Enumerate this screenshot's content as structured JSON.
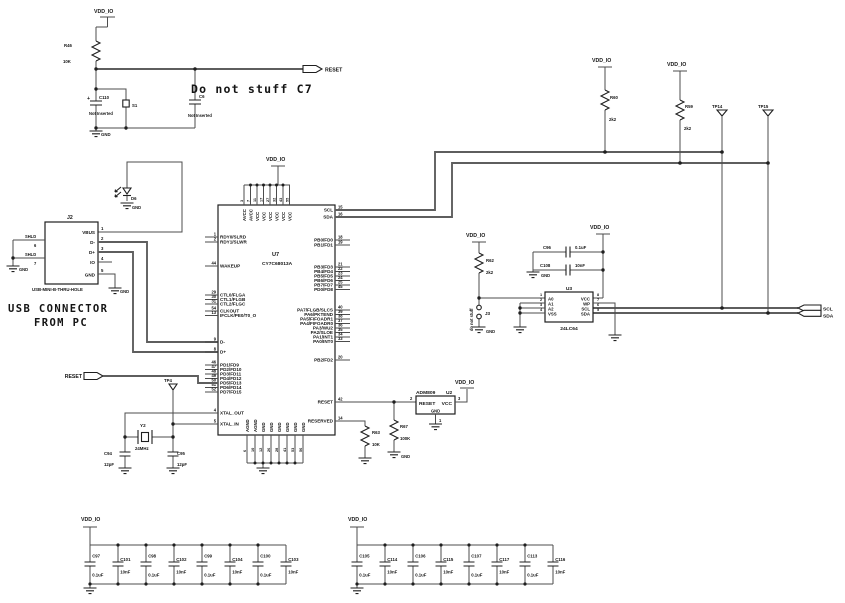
{
  "labels": {
    "vdd": "VDD_IO",
    "gnd": "GND"
  },
  "reset_top": {
    "r46": "R46",
    "r46_val": "10K",
    "c110": "C110",
    "c110_plus": "+",
    "c110_note": "Not Inserted",
    "s1": "S1",
    "c6": "C6",
    "c6_note": "Not Inserted",
    "note": "Do not stuff C7",
    "conn": "RESET"
  },
  "usb": {
    "ref": "J2",
    "part": "USB-MINI-B-THRU-HOLE",
    "cap1": "USB CONNECTOR",
    "cap2": "FROM PC",
    "led": "D6",
    "pins": [
      {
        "n": "1",
        "l": "VBUS"
      },
      {
        "n": "2",
        "l": "D-"
      },
      {
        "n": "3",
        "l": "D+"
      },
      {
        "n": "4",
        "l": "IO"
      },
      {
        "n": "5",
        "l": "GND"
      },
      {
        "n": "6",
        "l": "SHLD"
      },
      {
        "n": "7",
        "l": "SHLD"
      }
    ]
  },
  "mcu": {
    "ref": "U7",
    "part": "CY7C68013A",
    "left": [
      {
        "n": "1",
        "l": "RDY0/SLRD"
      },
      {
        "n": "2",
        "l": "RDY1/SLWR"
      },
      {
        "n": "44",
        "l": "WAKEUP"
      },
      {
        "n": "29",
        "l": "CTL0/FLGA"
      },
      {
        "n": "30",
        "l": "CTL1/FLGB"
      },
      {
        "n": "31",
        "l": "CTL2/FLGC"
      },
      {
        "n": "54",
        "l": "CLKOUT"
      },
      {
        "n": "13",
        "l": "IFCLK/PE0/T0_O"
      },
      {
        "n": "9",
        "l": "D-"
      },
      {
        "n": "8",
        "l": "D+"
      },
      {
        "n": "46",
        "l": "PD1/FD9"
      },
      {
        "n": "47",
        "l": "PD2/FD10"
      },
      {
        "n": "48",
        "l": "PD3/FD11"
      },
      {
        "n": "49",
        "l": "PD4/FD12"
      },
      {
        "n": "50",
        "l": "PD5/FD13"
      },
      {
        "n": "51",
        "l": "PD6/FD14"
      },
      {
        "n": "52",
        "l": "PD7/FD15"
      },
      {
        "n": "4",
        "l": "XTAL_OUT"
      },
      {
        "n": "5",
        "l": "XTAL_IN"
      }
    ],
    "right": [
      {
        "n": "15",
        "l": "SCL"
      },
      {
        "n": "16",
        "l": "SDA"
      },
      {
        "n": "18",
        "l": "PB0/FD0"
      },
      {
        "n": "19",
        "l": "PB1/FD1"
      },
      {
        "n": "21",
        "l": "PB3/FD3"
      },
      {
        "n": "22",
        "l": "PB4/FD4"
      },
      {
        "n": "23",
        "l": "PB5/FD5"
      },
      {
        "n": "24",
        "l": "PB6/FD6"
      },
      {
        "n": "25",
        "l": "PB7/FD7"
      },
      {
        "n": "45",
        "l": "PD0/FD8"
      },
      {
        "n": "40",
        "l": "PA7/FLGB/SLCS"
      },
      {
        "n": "39",
        "l": "PA6/PKTEND"
      },
      {
        "n": "38",
        "l": "PA5/FIFOADR1"
      },
      {
        "n": "37",
        "l": "PA4/FIFOADR0"
      },
      {
        "n": "36",
        "l": "PA3/WU2"
      },
      {
        "n": "35",
        "l": "PA2/SLOE"
      },
      {
        "n": "34",
        "l": "PA1/INT1"
      },
      {
        "n": "33",
        "l": "PA0/INT0"
      },
      {
        "n": "20",
        "l": "PB2/FD2"
      },
      {
        "n": "42",
        "l": "RESET"
      },
      {
        "n": "14",
        "l": "RESERVED"
      }
    ],
    "top": [
      {
        "n": "3",
        "l": "AVCC"
      },
      {
        "n": "7",
        "l": "AVCC"
      },
      {
        "n": "11",
        "l": "VCC"
      },
      {
        "n": "17",
        "l": "VCC"
      },
      {
        "n": "27",
        "l": "VCC"
      },
      {
        "n": "32",
        "l": "VCC"
      },
      {
        "n": "43",
        "l": "VCC"
      },
      {
        "n": "55",
        "l": "VCC"
      }
    ],
    "bottom": [
      {
        "n": "6",
        "l": "AGND"
      },
      {
        "n": "10",
        "l": "AGND"
      },
      {
        "n": "12",
        "l": "GND"
      },
      {
        "n": "26",
        "l": "GND"
      },
      {
        "n": "28",
        "l": "GND"
      },
      {
        "n": "41",
        "l": "GND"
      },
      {
        "n": "53",
        "l": "GND"
      },
      {
        "n": "56",
        "l": "GND"
      }
    ]
  },
  "xtal": {
    "ref": "Y2",
    "freq": "24MHz",
    "c94": "C94",
    "c94_val": "12pF",
    "c95": "C95",
    "c95_val": "12pF",
    "tp4": "TP4",
    "conn": "RESET"
  },
  "rst": {
    "ref": "U2",
    "part": "ADM809",
    "p_reset": "RESET",
    "p_vcc": "VCC",
    "p_gnd": "GND",
    "n1": "1",
    "n2": "2",
    "n3": "3",
    "r67": "R67",
    "r67_val": "100K",
    "r63": "R63",
    "r63_val": "10K"
  },
  "i2c": {
    "r60": "R60",
    "r60_val": "2k2",
    "r59": "R59",
    "r59_val": "2k2",
    "tp14": "TP14",
    "tp15": "TP15",
    "scl": "SCL",
    "sda": "SDA"
  },
  "eeprom": {
    "ref": "U3",
    "part": "24LC64",
    "r62": "R62",
    "r62_val": "2k2",
    "j3": "J3",
    "j3_note": "do not stuff",
    "c96": "C96",
    "c96_val": "0.1uF",
    "c108": "C108",
    "c108_val": "10nF",
    "left": [
      {
        "n": "1",
        "l": "A0"
      },
      {
        "n": "2",
        "l": "A1"
      },
      {
        "n": "3",
        "l": "A2"
      },
      {
        "n": "4",
        "l": "VSS"
      }
    ],
    "right": [
      {
        "n": "8",
        "l": "VCC"
      },
      {
        "n": "7",
        "l": "WP"
      },
      {
        "n": "6",
        "l": "SCL"
      },
      {
        "n": "5",
        "l": "SDA"
      }
    ]
  },
  "bank1": [
    {
      "r": "C97",
      "v": "0.1uF"
    },
    {
      "r": "C101",
      "v": "10nF"
    },
    {
      "r": "C98",
      "v": "0.1uF"
    },
    {
      "r": "C102",
      "v": "10nF"
    },
    {
      "r": "C99",
      "v": "0.1uF"
    },
    {
      "r": "C104",
      "v": "10nF"
    },
    {
      "r": "C100",
      "v": "0.1uF"
    },
    {
      "r": "C103",
      "v": "10nF"
    }
  ],
  "bank2": [
    {
      "r": "C105",
      "v": "0.1uF"
    },
    {
      "r": "C114",
      "v": "10nF"
    },
    {
      "r": "C106",
      "v": "0.1uF"
    },
    {
      "r": "C115",
      "v": "10nF"
    },
    {
      "r": "C107",
      "v": "0.1uF"
    },
    {
      "r": "C117",
      "v": "10nF"
    },
    {
      "r": "C113",
      "v": "0.1uF"
    },
    {
      "r": "C116",
      "v": "10nF"
    }
  ]
}
